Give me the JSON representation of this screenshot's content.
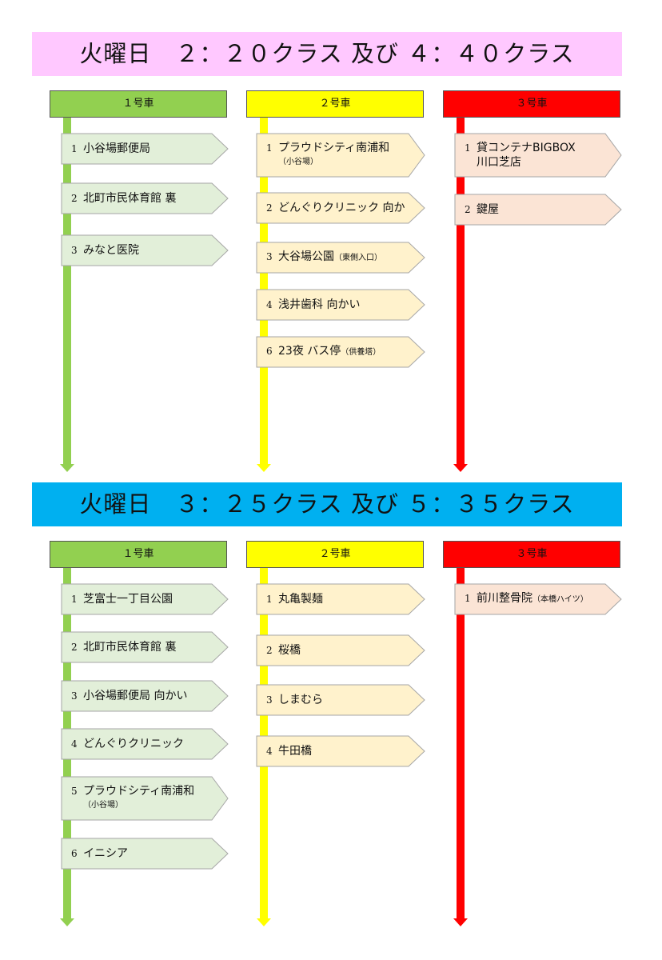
{
  "colors": {
    "section1_bg": "#ffc8ff",
    "section2_bg": "#00b0f0",
    "car1": "#92d050",
    "car2": "#ffff00",
    "car3": "#ff0000",
    "car1_box": "#e2efd9",
    "car2_box": "#fff2cc",
    "car3_box": "#fbe4d5"
  },
  "sections": [
    {
      "title": "火曜日　２：２０クラス 及び ４：４０クラス",
      "cars": [
        {
          "label": "１号車",
          "stops": [
            {
              "num": "1",
              "name": "小谷場郵便局"
            },
            {
              "num": "2",
              "name": "北町市民体育館 裏"
            },
            {
              "num": "3",
              "name": "みなと医院"
            }
          ]
        },
        {
          "label": "２号車",
          "stops": [
            {
              "num": "1",
              "name": "プラウドシティ南浦和",
              "sub": "（小谷場）"
            },
            {
              "num": "2",
              "name": "どんぐりクリニック 向か"
            },
            {
              "num": "3",
              "name": "大谷場公園",
              "small": "（東側入口）"
            },
            {
              "num": "4",
              "name": "浅井歯科 向かい"
            },
            {
              "num": "6",
              "name": "23夜 バス停",
              "small": "（供養塔）"
            }
          ]
        },
        {
          "label": "３号車",
          "stops": [
            {
              "num": "1",
              "name": "貸コンテナBIGBOX",
              "line2": "川口芝店"
            },
            {
              "num": "2",
              "name": "鍵屋"
            }
          ]
        }
      ]
    },
    {
      "title": "火曜日　３：２５クラス 及び ５：３５クラス",
      "cars": [
        {
          "label": "１号車",
          "stops": [
            {
              "num": "1",
              "name": "芝富士一丁目公園"
            },
            {
              "num": "2",
              "name": "北町市民体育館 裏"
            },
            {
              "num": "3",
              "name": "小谷場郵便局 向かい"
            },
            {
              "num": "4",
              "name": "どんぐりクリニック"
            },
            {
              "num": "5",
              "name": "プラウドシティ南浦和",
              "sub": "（小谷場）"
            },
            {
              "num": "6",
              "name": "イニシア"
            }
          ]
        },
        {
          "label": "２号車",
          "stops": [
            {
              "num": "1",
              "name": "丸亀製麺"
            },
            {
              "num": "2",
              "name": "桜橋"
            },
            {
              "num": "3",
              "name": "しまむら"
            },
            {
              "num": "4",
              "name": "牛田橋"
            }
          ]
        },
        {
          "label": "３号車",
          "stops": [
            {
              "num": "1",
              "name": "前川整骨院",
              "small": "（本橋ハイツ）"
            }
          ]
        }
      ]
    }
  ]
}
